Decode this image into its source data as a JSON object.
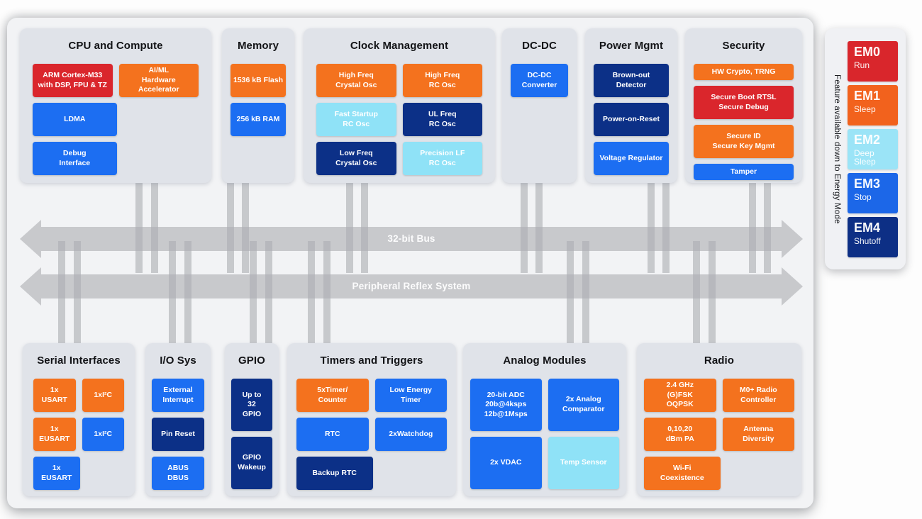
{
  "buses": [
    {
      "label": "32-bit Bus"
    },
    {
      "label": "Peripheral Reflex System"
    }
  ],
  "energy_sidebar": {
    "caption": "Feature available down to Energy Mode",
    "modes": [
      {
        "name": "EM0",
        "desc": "Run",
        "color": "#D9262C"
      },
      {
        "name": "EM1",
        "desc": "Sleep",
        "color": "#F2621D"
      },
      {
        "name": "EM2",
        "desc": "Deep Sleep",
        "color": "#9BE4F7"
      },
      {
        "name": "EM3",
        "desc": "Stop",
        "color": "#1C67E8"
      },
      {
        "name": "EM4",
        "desc": "Shutoff",
        "color": "#0D2F85"
      }
    ]
  },
  "palette": {
    "red": "#DA262C",
    "orange": "#F4721E",
    "blue": "#1C6EF2",
    "navy": "#0C3087",
    "cyan": "#8FE2F7",
    "bus_gray": "#C8C9CC"
  },
  "sections": [
    {
      "id": "cpu",
      "row": "top",
      "title": "CPU and Compute",
      "rows": [
        [
          {
            "label": "ARM Cortex-M33\nwith DSP, FPU & TZ",
            "color": "red"
          },
          {
            "label": "AI/ML\nHardware\nAccelerator",
            "color": "orange"
          }
        ],
        [
          {
            "label": "LDMA",
            "color": "blue",
            "size": "half"
          }
        ],
        [
          {
            "label": "Debug\nInterface",
            "color": "blue",
            "size": "half"
          }
        ]
      ]
    },
    {
      "id": "memory",
      "row": "top",
      "title": "Memory",
      "rows": [
        [
          {
            "label": "1536 kB Flash",
            "color": "orange"
          }
        ],
        [
          {
            "label": "256 kB RAM",
            "color": "blue"
          }
        ]
      ]
    },
    {
      "id": "clock",
      "row": "top",
      "title": "Clock Management",
      "rows": [
        [
          {
            "label": "High Freq\nCrystal Osc",
            "color": "orange"
          },
          {
            "label": "High Freq\nRC Osc",
            "color": "orange"
          }
        ],
        [
          {
            "label": "Fast Startup\nRC Osc",
            "color": "cyan"
          },
          {
            "label": "UL Freq\nRC Osc",
            "color": "navy"
          }
        ],
        [
          {
            "label": "Low Freq\nCrystal Osc",
            "color": "navy"
          },
          {
            "label": "Precision LF\nRC Osc",
            "color": "cyan"
          }
        ]
      ]
    },
    {
      "id": "dcdc",
      "row": "top",
      "title": "DC-DC",
      "rows": [
        [
          {
            "label": "DC-DC\nConverter",
            "color": "blue"
          }
        ]
      ]
    },
    {
      "id": "power",
      "row": "top",
      "title": "Power Mgmt",
      "rows": [
        [
          {
            "label": "Brown-out\nDetector",
            "color": "navy"
          }
        ],
        [
          {
            "label": "Power-on-Reset",
            "color": "navy"
          }
        ],
        [
          {
            "label": "Voltage Regulator",
            "color": "blue"
          }
        ]
      ]
    },
    {
      "id": "security",
      "row": "top",
      "title": "Security",
      "rows": [
        [
          {
            "label": "HW Crypto, TRNG",
            "color": "orange",
            "size": "slim"
          }
        ],
        [
          {
            "label": "Secure Boot RTSL\nSecure Debug",
            "color": "red"
          }
        ],
        [
          {
            "label": "Secure ID\nSecure Key Mgmt",
            "color": "orange"
          }
        ],
        [
          {
            "label": "Tamper",
            "color": "blue",
            "size": "slim"
          }
        ]
      ]
    },
    {
      "id": "serial",
      "row": "bottom",
      "title": "Serial Interfaces",
      "rows": [
        [
          {
            "label": "1x\nUSART",
            "color": "orange"
          },
          {
            "label": "1xI²C",
            "color": "orange"
          }
        ],
        [
          {
            "label": "1x\nEUSART",
            "color": "orange"
          },
          {
            "label": "1xI²C",
            "color": "blue"
          }
        ],
        [
          {
            "label": "1x\nEUSART",
            "color": "blue",
            "size": "half"
          }
        ]
      ]
    },
    {
      "id": "iosys",
      "row": "bottom",
      "title": "I/O Sys",
      "rows": [
        [
          {
            "label": "External\nInterrupt",
            "color": "blue"
          }
        ],
        [
          {
            "label": "Pin Reset",
            "color": "navy"
          }
        ],
        [
          {
            "label": "ABUS\nDBUS",
            "color": "blue"
          }
        ]
      ]
    },
    {
      "id": "gpio",
      "row": "bottom",
      "title": "GPIO",
      "rows": [
        [
          {
            "label": "Up to\n32\nGPIO",
            "color": "navy",
            "size": "tall"
          }
        ],
        [
          {
            "label": "GPIO\nWakeup",
            "color": "navy",
            "size": "tall"
          }
        ]
      ]
    },
    {
      "id": "timers",
      "row": "bottom",
      "title": "Timers and Triggers",
      "rows": [
        [
          {
            "label": "5xTimer/\nCounter",
            "color": "orange"
          },
          {
            "label": "Low Energy\nTimer",
            "color": "blue"
          }
        ],
        [
          {
            "label": "RTC",
            "color": "blue"
          },
          {
            "label": "2xWatchdog",
            "color": "blue"
          }
        ],
        [
          {
            "label": "Backup RTC",
            "color": "navy",
            "size": "half"
          }
        ]
      ]
    },
    {
      "id": "analog",
      "row": "bottom",
      "title": "Analog Modules",
      "rows": [
        [
          {
            "label": "20-bit ADC\n20b@4ksps\n12b@1Msps",
            "color": "blue",
            "size": "tall"
          },
          {
            "label": "2x Analog\nComparator",
            "color": "blue",
            "size": "tall"
          }
        ],
        [
          {
            "label": "2x VDAC",
            "color": "blue",
            "size": "tall"
          },
          {
            "label": "Temp Sensor",
            "color": "cyan",
            "size": "tall"
          }
        ]
      ]
    },
    {
      "id": "radio",
      "row": "bottom",
      "title": "Radio",
      "rows": [
        [
          {
            "label": "2.4 GHz\n(G)FSK\nOQPSK",
            "color": "orange"
          },
          {
            "label": "M0+ Radio\nController",
            "color": "orange"
          }
        ],
        [
          {
            "label": "0,10,20\ndBm PA",
            "color": "orange"
          },
          {
            "label": "Antenna\nDiversity",
            "color": "orange"
          }
        ],
        [
          {
            "label": "Wi-Fi\nCoexistence",
            "color": "orange",
            "size": "half"
          }
        ]
      ]
    }
  ]
}
